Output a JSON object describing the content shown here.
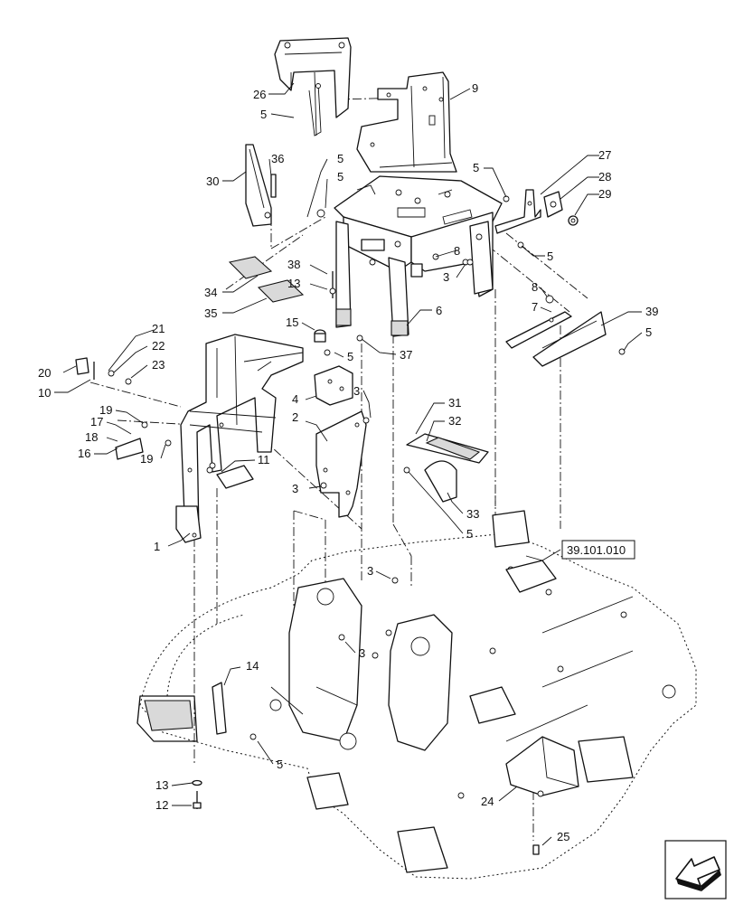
{
  "reference_link": "39.101.010",
  "callouts": {
    "c1": "1",
    "c2": "2",
    "c3a": "3",
    "c3b": "3",
    "c3c": "3",
    "c3d": "3",
    "c3e": "3",
    "c4": "4",
    "c5a": "5",
    "c5b": "5",
    "c5c": "5",
    "c5d": "5",
    "c5e": "5",
    "c5f": "5",
    "c5g": "5",
    "c5h": "5",
    "c5i": "5",
    "c6": "6",
    "c7": "7",
    "c8a": "8",
    "c8b": "8",
    "c9": "9",
    "c10": "10",
    "c11": "11",
    "c12": "12",
    "c13a": "13",
    "c13b": "13",
    "c14": "14",
    "c15": "15",
    "c16": "16",
    "c17": "17",
    "c18": "18",
    "c19a": "19",
    "c19b": "19",
    "c20": "20",
    "c21": "21",
    "c22": "22",
    "c23": "23",
    "c24": "24",
    "c25": "25",
    "c26": "26",
    "c27": "27",
    "c28": "28",
    "c29": "29",
    "c30": "30",
    "c31": "31",
    "c32": "32",
    "c33": "33",
    "c34": "34",
    "c35": "35",
    "c36": "36",
    "c37": "37",
    "c38": "38",
    "c39": "39"
  },
  "nav_icon": "next-page-arrow-icon"
}
